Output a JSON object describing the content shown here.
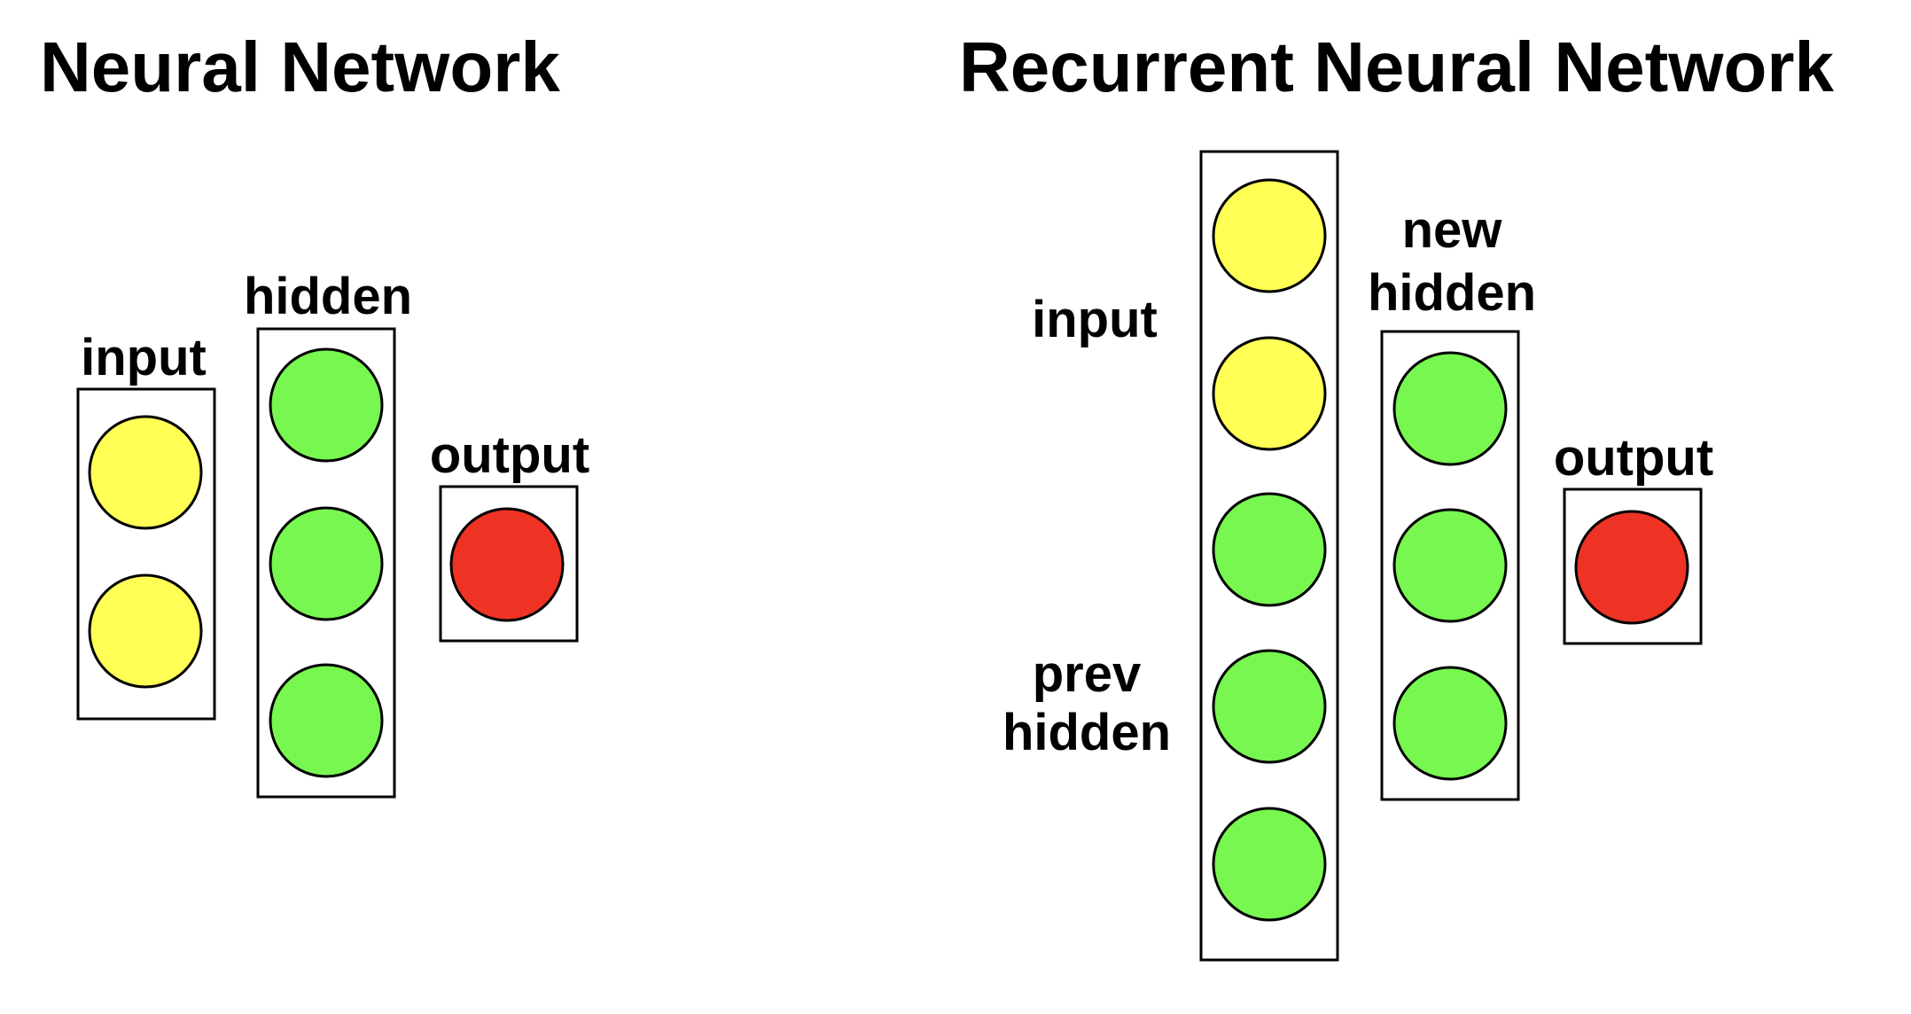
{
  "colors": {
    "input_node": "#FFFF55",
    "hidden_node": "#77F74F",
    "output_node": "#EE3324",
    "stroke": "#000000",
    "background": "#FFFFFF"
  },
  "neural_network": {
    "title": "Neural Network",
    "input_label": "input",
    "hidden_label": "hidden",
    "output_label": "output"
  },
  "recurrent_neural_network": {
    "title": "Recurrent Neural Network",
    "input_label": "input",
    "prev_hidden_label_line1": "prev",
    "prev_hidden_label_line2": "hidden",
    "new_hidden_label_line1": "new",
    "new_hidden_label_line2": "hidden",
    "output_label": "output"
  }
}
